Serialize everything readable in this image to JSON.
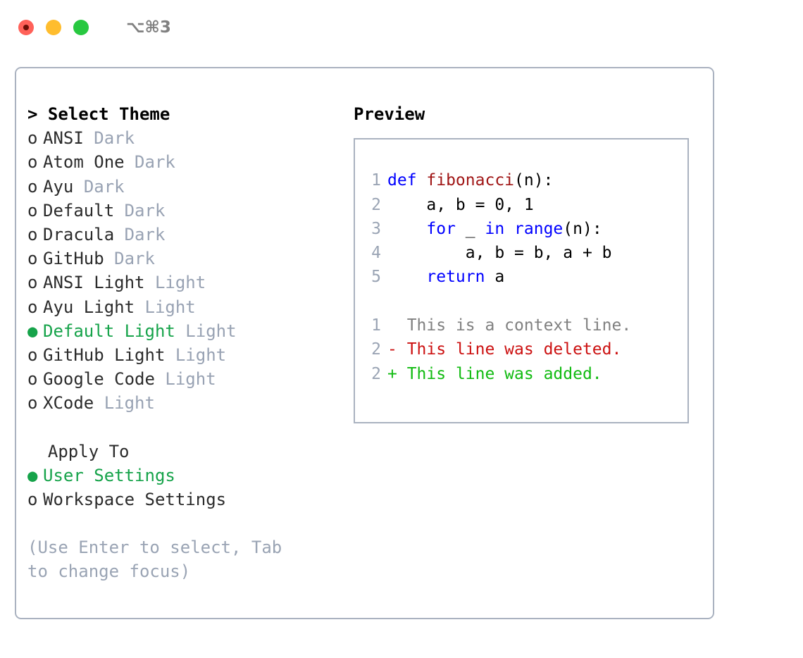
{
  "window": {
    "traffic_lights": [
      "close-button",
      "minimize-button",
      "zoom-button"
    ],
    "shortcut": "⌥⌘3",
    "colors": {
      "close": "#ff6159",
      "minimize": "#ffbd2e",
      "zoom": "#28c840",
      "panel_border": "#aab2c0",
      "selected_green": "#16a34a",
      "variant_gray": "#98a2b3",
      "hint_gray": "#9aa4b4",
      "keyword_blue": "#0000ff",
      "function_red": "#a01616",
      "diff_deleted": "#cc1111",
      "diff_added": "#11bb11",
      "context_gray": "#808080"
    }
  },
  "theme_picker": {
    "heading": "> Select Theme",
    "items": [
      {
        "bullet": "o",
        "name": "ANSI",
        "variant": "Dark",
        "selected": false
      },
      {
        "bullet": "o",
        "name": "Atom One",
        "variant": "Dark",
        "selected": false
      },
      {
        "bullet": "o",
        "name": "Ayu",
        "variant": "Dark",
        "selected": false
      },
      {
        "bullet": "o",
        "name": "Default",
        "variant": "Dark",
        "selected": false
      },
      {
        "bullet": "o",
        "name": "Dracula",
        "variant": "Dark",
        "selected": false
      },
      {
        "bullet": "o",
        "name": "GitHub",
        "variant": "Dark",
        "selected": false
      },
      {
        "bullet": "o",
        "name": "ANSI Light",
        "variant": "Light",
        "selected": false
      },
      {
        "bullet": "o",
        "name": "Ayu Light",
        "variant": "Light",
        "selected": false
      },
      {
        "bullet": "●",
        "name": "Default Light",
        "variant": "Light",
        "selected": true
      },
      {
        "bullet": "o",
        "name": "GitHub Light",
        "variant": "Light",
        "selected": false
      },
      {
        "bullet": "o",
        "name": "Google Code",
        "variant": "Light",
        "selected": false
      },
      {
        "bullet": "o",
        "name": "XCode",
        "variant": "Light",
        "selected": false
      }
    ]
  },
  "apply_to": {
    "heading": "  Apply To",
    "options": [
      {
        "bullet": "●",
        "label": "User Settings",
        "selected": true
      },
      {
        "bullet": "o",
        "label": "Workspace Settings",
        "selected": false
      }
    ]
  },
  "hint": "(Use Enter to select, Tab to change focus)",
  "preview": {
    "title": "Preview",
    "code_lines": [
      {
        "num": "1",
        "tokens": [
          {
            "t": "def ",
            "c": "kw"
          },
          {
            "t": "fibonacci",
            "c": "fn"
          },
          {
            "t": "(n):",
            "c": "pl"
          }
        ]
      },
      {
        "num": "2",
        "tokens": [
          {
            "t": "    a, b = 0, 1",
            "c": "pl"
          }
        ]
      },
      {
        "num": "3",
        "tokens": [
          {
            "t": "    ",
            "c": "pl"
          },
          {
            "t": "for",
            "c": "kw"
          },
          {
            "t": " _ ",
            "c": "pl"
          },
          {
            "t": "in",
            "c": "kw"
          },
          {
            "t": " ",
            "c": "pl"
          },
          {
            "t": "range",
            "c": "kw"
          },
          {
            "t": "(n):",
            "c": "pl"
          }
        ]
      },
      {
        "num": "4",
        "tokens": [
          {
            "t": "        a, b = b, a + b",
            "c": "pl"
          }
        ]
      },
      {
        "num": "5",
        "tokens": [
          {
            "t": "    ",
            "c": "pl"
          },
          {
            "t": "return",
            "c": "kw"
          },
          {
            "t": " a",
            "c": "pl"
          }
        ]
      }
    ],
    "diff_lines": [
      {
        "num": "1",
        "marker": "  ",
        "text": "This is a context line.",
        "kind": "ctx"
      },
      {
        "num": "2",
        "marker": "- ",
        "text": "This line was deleted.",
        "kind": "del"
      },
      {
        "num": "2",
        "marker": "+ ",
        "text": "This line was added.",
        "kind": "add"
      }
    ]
  }
}
